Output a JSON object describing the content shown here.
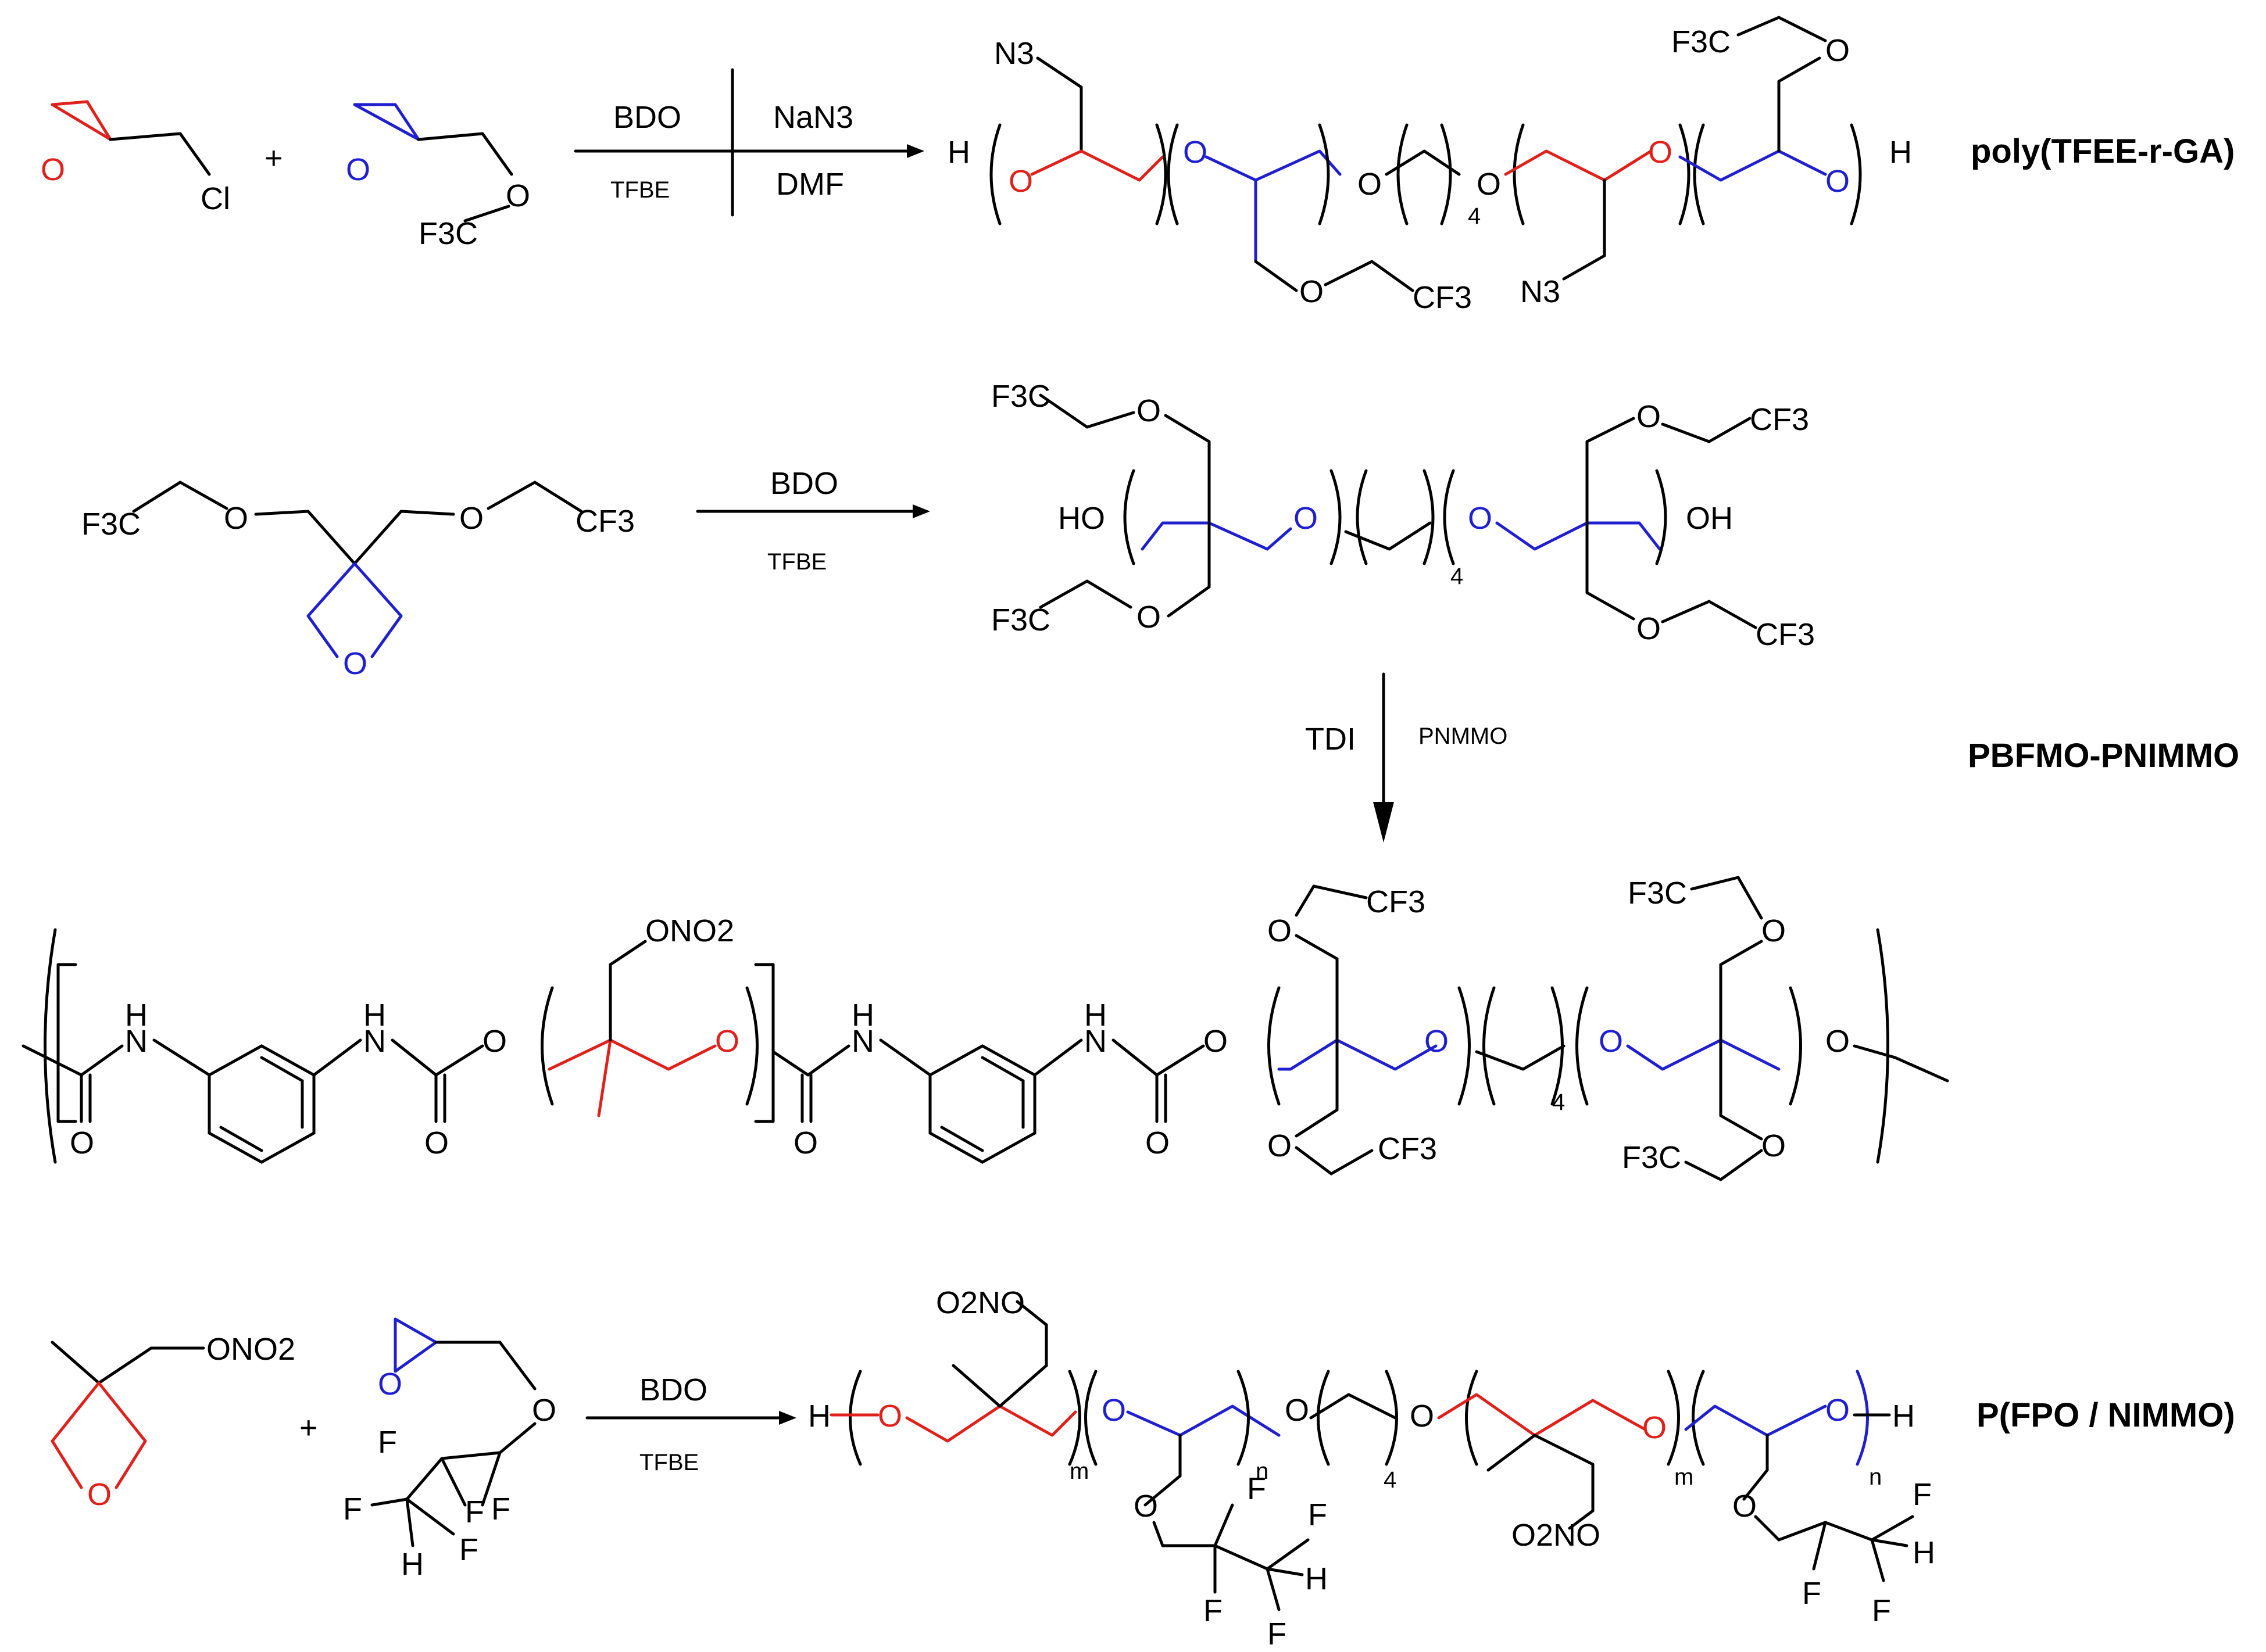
{
  "reactions": [
    {
      "name": "poly(TFEE-r-GA)",
      "step1_top": "BDO",
      "step1_bottom": "TFBE",
      "step2_top": "NaN3",
      "step2_bottom": "DMF"
    },
    {
      "name": "PBFMO-PNIMMO",
      "top": "BDO",
      "bottom": "TFBE",
      "down_left": "TDI",
      "down_right": "PNMMO"
    },
    {
      "name": "P(FPO / NIMMO)",
      "top": "BDO",
      "bottom": "TFBE"
    }
  ],
  "atoms": {
    "O": "O",
    "Cl": "Cl",
    "H": "H",
    "F": "F",
    "N": "N",
    "HO": "HO",
    "OH": "OH",
    "ONO2": "ONO2",
    "O2NO": "O2NO",
    "N3": "N3",
    "CF3": "CF3",
    "F3C": "F3C",
    "NH": "NH",
    "sub4": "4",
    "subm": "m",
    "subn": "n",
    "plus": "+"
  },
  "colors": {
    "red": "#e0201b",
    "blue": "#1f1fd0",
    "black": "#000000"
  }
}
